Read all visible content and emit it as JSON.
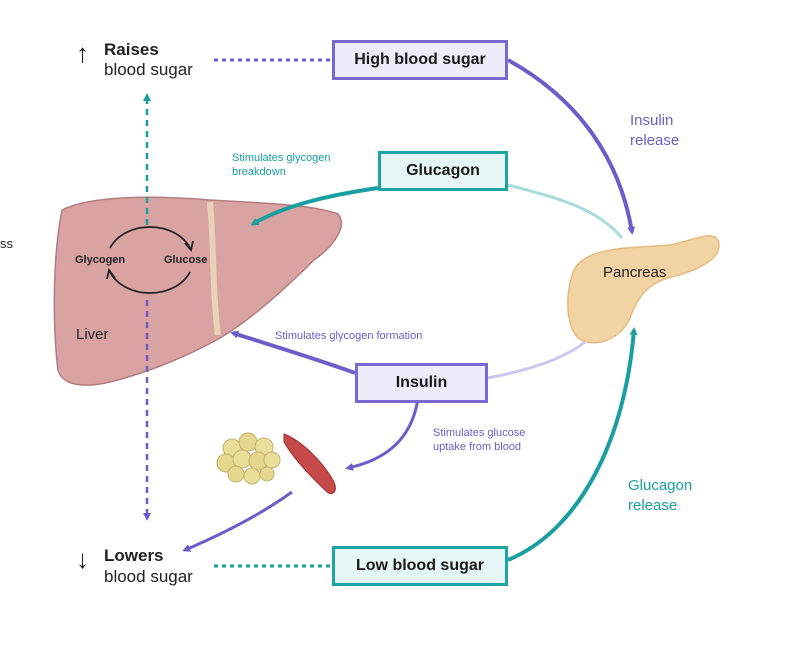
{
  "margin_text": "ss",
  "top_effect": {
    "bold": "Raises",
    "text": "blood sugar"
  },
  "bottom_effect": {
    "bold": "Lowers",
    "text": "blood sugar"
  },
  "boxes": {
    "high": "High blood sugar",
    "glucagon": "Glucagon",
    "insulin": "Insulin",
    "low": "Low blood sugar"
  },
  "labels": {
    "insulin_release": [
      "Insulin",
      "release"
    ],
    "glucagon_release": [
      "Glucagon",
      "release"
    ],
    "stim_breakdown": [
      "Stimulates glycogen",
      "breakdown"
    ],
    "stim_formation": "Stimulates glycogen formation",
    "stim_uptake": [
      "Stimulates glucose",
      "uptake from blood"
    ],
    "glycogen": "Glycogen",
    "glucose": "Glucose",
    "liver": "Liver",
    "pancreas": "Pancreas"
  },
  "colors": {
    "purple": "#6e5cc9",
    "teal": "#1a9ea0",
    "liver": "#d9a3a3",
    "pancreas": "#f1d3a4"
  }
}
